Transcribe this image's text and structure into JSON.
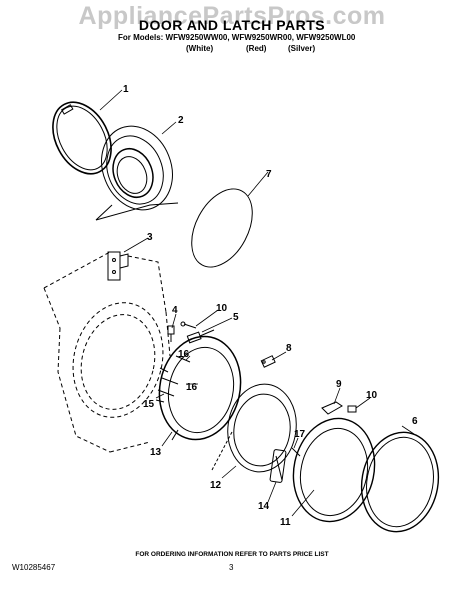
{
  "watermark": "AppliancePartsPros.com",
  "header": {
    "title": "DOOR AND LATCH PARTS",
    "models_line": "For Models: WFW9250WW00, WFW9250WR00, WFW9250WL00",
    "colors": [
      "(White)",
      "(Red)",
      "(Silver)"
    ]
  },
  "callouts": [
    "1",
    "2",
    "3",
    "4",
    "5",
    "6",
    "7",
    "8",
    "9",
    "10",
    "10",
    "11",
    "12",
    "13",
    "14",
    "15",
    "16",
    "16",
    "17"
  ],
  "footer": {
    "note": "FOR ORDERING INFORMATION REFER TO PARTS PRICE LIST",
    "doc_number": "W10285467",
    "page": "3"
  }
}
